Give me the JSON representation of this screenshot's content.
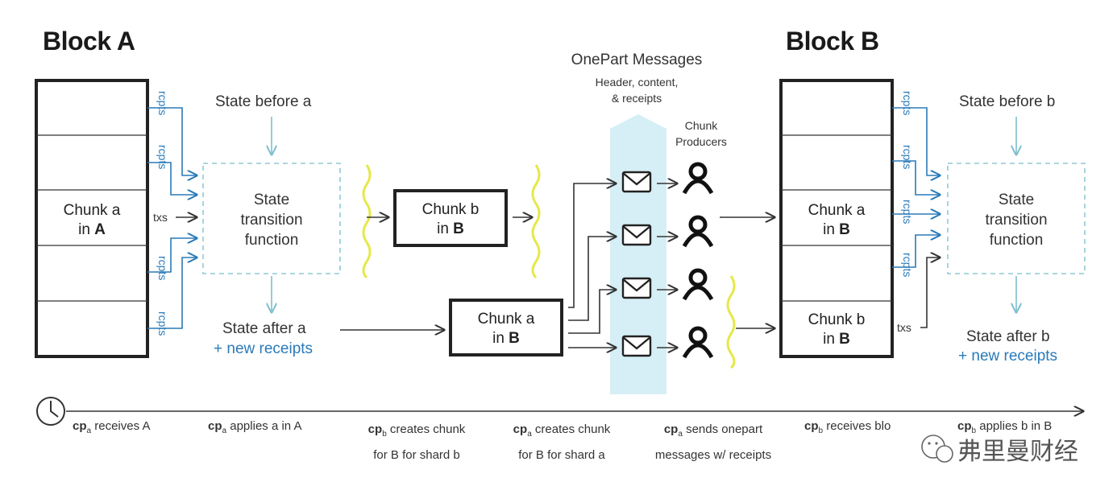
{
  "block_a": {
    "title": "Block A",
    "chunk_label_line1": "Chunk a",
    "chunk_label_line2_prefix": "in ",
    "chunk_label_line2_bold": "A",
    "txs_label": "txs",
    "rcpt_labels": [
      "rcpts",
      "rcpts",
      "rcpts",
      "rcpts"
    ],
    "state_before": "State before a",
    "stf_line1": "State",
    "stf_line2": "transition",
    "stf_line3": "function",
    "state_after": "State after a",
    "new_receipts": "+ new receipts"
  },
  "middle": {
    "chunk_b_line1": "Chunk b",
    "chunk_b_line2_prefix": "in ",
    "chunk_b_line2_bold": "B",
    "chunk_a_line1": "Chunk a",
    "chunk_a_line2_prefix": "in ",
    "chunk_a_line2_bold": "B",
    "onepart_title": "OnePart Messages",
    "onepart_sub1": "Header, content,",
    "onepart_sub2": "& receipts",
    "chunk_producers_line1": "Chunk",
    "chunk_producers_line2": "Producers"
  },
  "block_b": {
    "title": "Block B",
    "chunk_a_line1": "Chunk a",
    "chunk_a_line2_prefix": "in ",
    "chunk_a_line2_bold": "B",
    "chunk_b_line1": "Chunk b",
    "chunk_b_line2_prefix": "in ",
    "chunk_b_line2_bold": "B",
    "txs_label": "txs",
    "rcpt_labels": [
      "rcpts",
      "rcpts",
      "rcpts",
      "rcpts"
    ],
    "state_before": "State before b",
    "stf_line1": "State",
    "stf_line2": "transition",
    "stf_line3": "function",
    "state_after": "State after b",
    "new_receipts": "+ new receipts"
  },
  "timeline": {
    "icon": "clock-icon",
    "steps": [
      {
        "cp": "cp",
        "sub": "a",
        "line1": " receives A",
        "line2": ""
      },
      {
        "cp": "cp",
        "sub": "a",
        "line1": " applies a in A",
        "line2": ""
      },
      {
        "cp": "cp",
        "sub": "b",
        "line1": " creates chunk",
        "line2": "for B for shard b"
      },
      {
        "cp": "cp",
        "sub": "a",
        "line1": " creates chunk",
        "line2": "for B for shard a"
      },
      {
        "cp": "cp",
        "sub": "a",
        "line1": " sends onepart",
        "line2": "messages w/ receipts"
      },
      {
        "cp": "cp",
        "sub": "b",
        "line1": " receives blo",
        "line2": ""
      },
      {
        "cp": "cp",
        "sub": "b",
        "line1": " applies b in B",
        "line2": ""
      }
    ]
  },
  "watermark": {
    "text": "弗里曼财经",
    "icon": "wechat-icon"
  },
  "colors": {
    "accent_blue": "#2a7ab8",
    "light_blue_band": "#d6eef5",
    "arrow_teal": "#8fc9d6",
    "squiggle_yellow": "#e6e84a"
  }
}
